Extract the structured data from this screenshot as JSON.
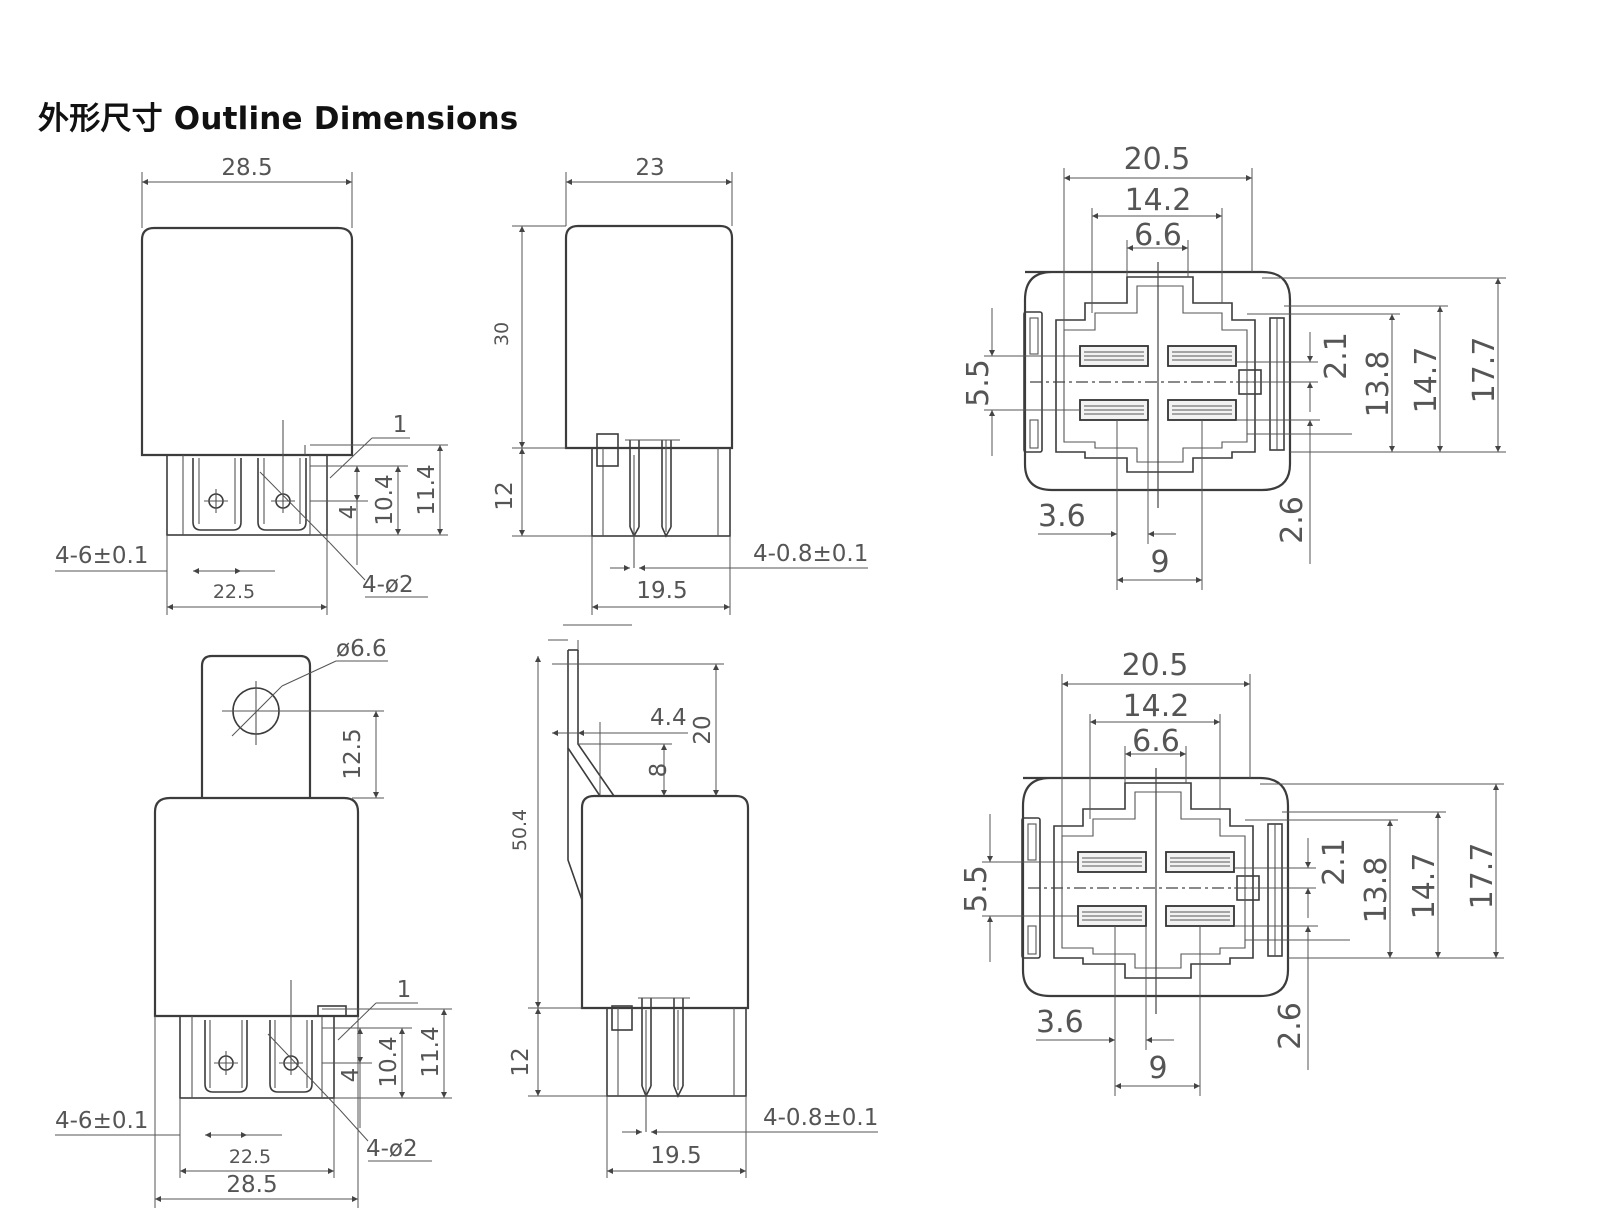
{
  "title": "外形尺寸 Outline Dimensions",
  "front_top": {
    "width": "28.5",
    "pin_spacing": "22.5",
    "pin_width": "4-6±0.1",
    "hole": "4-ø2",
    "pin_ref": "1",
    "h_small": "4",
    "h_mid": "10.4",
    "h_large": "11.4"
  },
  "side_top": {
    "width": "23",
    "height": "30",
    "pin_len": "12",
    "pin_thk": "4-0.8±0.1",
    "pin_span": "19.5"
  },
  "bottom_view_top": {
    "w_outer": "20.5",
    "w_mid": "14.2",
    "w_inner": "6.6",
    "h_left": "5.5",
    "h1": "2.1",
    "h2": "13.8",
    "h3": "14.7",
    "h4": "17.7",
    "b_left": "3.6",
    "b_mid": "9",
    "b_right": "2.6"
  },
  "front_bottom": {
    "hole_dia": "ø6.6",
    "bracket_h": "12.5",
    "pin_ref": "1",
    "h_small": "4",
    "h_mid": "10.4",
    "h_large": "11.4",
    "pin_width": "4-6±0.1",
    "hole": "4-ø2",
    "pin_spacing": "22.5",
    "width": "28.5"
  },
  "side_bottom": {
    "offset": "4.4",
    "bracket_top": "20",
    "bend": "8",
    "total_h": "50.4",
    "pin_len": "12",
    "pin_thk": "4-0.8±0.1",
    "pin_span": "19.5"
  },
  "bottom_view_bottom": {
    "w_outer": "20.5",
    "w_mid": "14.2",
    "w_inner": "6.6",
    "h_left": "5.5",
    "h1": "2.1",
    "h2": "13.8",
    "h3": "14.7",
    "h4": "17.7",
    "b_left": "3.6",
    "b_mid": "9",
    "b_right": "2.6"
  }
}
